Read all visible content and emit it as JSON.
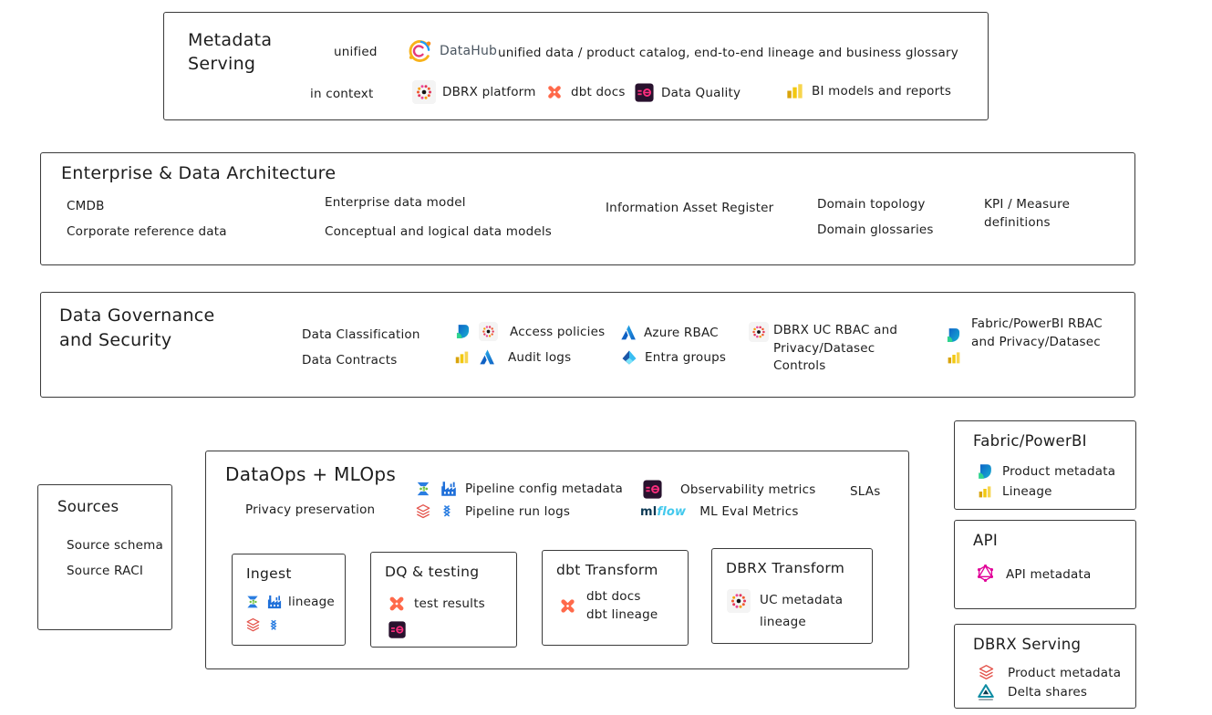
{
  "colors": {
    "ink": "#1d1d1d",
    "box_border": "#3a3a3a",
    "dbt_orange": "#ff694a",
    "elementary_bg": "#29122e",
    "elementary_pink": "#ff2e7e",
    "powerbi_yellow": "#f2c811",
    "azure_blue": "#1b93e3",
    "entra_cyan": "#39bdf2",
    "fabric_blue": "#0c64c8",
    "fabric_green": "#2fd48f",
    "datahub_orange": "#f8b219",
    "datahub_blue": "#1e9bfa",
    "databricks_red": "#e4554d",
    "adf_blue": "#2a7de1",
    "mlflow_blue": "#43c9ed",
    "graphql_pink": "#e10098",
    "delta_teal": "#0d8ca3"
  },
  "icon_names": [
    "datahub-icon",
    "unity-catalog-icon",
    "dbt-icon",
    "elementary-icon",
    "powerbi-bars-icon",
    "fabric-icon",
    "azure-icon",
    "entra-icon",
    "adf-icon",
    "factory-icon",
    "databricks-stack-icon",
    "zigzag-icon",
    "mlflow-logo",
    "graphql-icon",
    "delta-sharing-icon"
  ],
  "metadata_serving": {
    "title": "Metadata Serving",
    "unified_label": "unified",
    "datahub_label": "DataHub",
    "datahub_desc": "unified data / product catalog, end-to-end lineage and business glossary",
    "in_context_label": "in context",
    "dbrx_platform_label": "DBRX platform",
    "dbt_docs_label": "dbt docs",
    "data_quality_label": "Data Quality",
    "bi_models_label": "BI models and reports"
  },
  "enterprise_architecture": {
    "title": "Enterprise & Data Architecture",
    "cmdb": "CMDB",
    "corporate_reference_data": "Corporate reference data",
    "enterprise_data_model": "Enterprise data model",
    "conceptual_logical_models": "Conceptual and logical data models",
    "information_asset_register": "Information Asset Register",
    "domain_topology": "Domain topology",
    "domain_glossaries": "Domain glossaries",
    "kpi_measure_definitions": "KPI / Measure definitions"
  },
  "governance": {
    "title": "Data Governance and Security",
    "data_classification": "Data Classification",
    "data_contracts": "Data Contracts",
    "access_policies": "Access policies",
    "audit_logs": "Audit logs",
    "azure_rbac": "Azure RBAC",
    "entra_groups": "Entra groups",
    "dbrx_uc_rbac": "DBRX UC RBAC and Privacy/Datasec Controls",
    "fabric_powerbi_rbac": "Fabric/PowerBI RBAC and Privacy/Datasec"
  },
  "sources": {
    "title": "Sources",
    "source_schema": "Source schema",
    "source_raci": "Source RACI"
  },
  "dataops": {
    "title": "DataOps + MLOps",
    "privacy_preservation": "Privacy preservation",
    "pipeline_config_metadata": "Pipeline config metadata",
    "pipeline_run_logs": "Pipeline run logs",
    "observability_metrics": "Observability metrics",
    "slas": "SLAs",
    "ml_eval_metrics": "ML Eval Metrics",
    "ingest": {
      "title": "Ingest",
      "lineage": "lineage"
    },
    "dq_testing": {
      "title": "DQ & testing",
      "test_results": "test results"
    },
    "dbt_transform": {
      "title": "dbt Transform",
      "dbt_docs": "dbt docs",
      "dbt_lineage": "dbt lineage"
    },
    "dbrx_transform": {
      "title": "DBRX Transform",
      "uc_metadata": "UC metadata",
      "lineage": "lineage"
    }
  },
  "fabric_powerbi_box": {
    "title": "Fabric/PowerBI",
    "product_metadata": "Product metadata",
    "lineage": "Lineage"
  },
  "api_box": {
    "title": "API",
    "api_metadata": "API metadata"
  },
  "dbrx_serving_box": {
    "title": "DBRX Serving",
    "product_metadata": "Product metadata",
    "delta_shares": "Delta shares"
  },
  "logos": {
    "mlflow_ml": "ml",
    "mlflow_flow": "flow"
  }
}
